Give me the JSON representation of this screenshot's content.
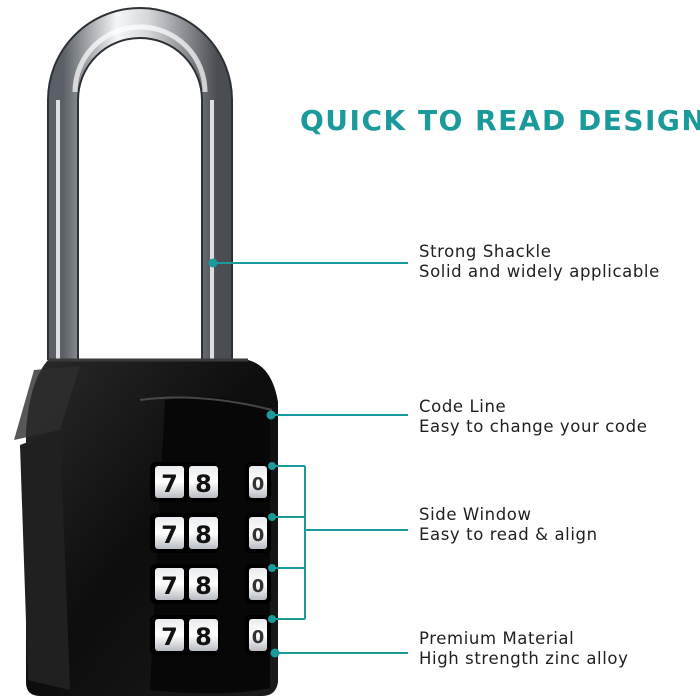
{
  "headline": "QUICK TO READ DESIGN",
  "features": [
    {
      "title": "Strong Shackle",
      "subtitle": "Solid and widely applicable"
    },
    {
      "title": "Code Line",
      "subtitle": "Easy to change your code"
    },
    {
      "title": "Side Window",
      "subtitle": "Easy to read & align"
    },
    {
      "title": "Premium Material",
      "subtitle": "High strength zinc alloy"
    }
  ],
  "dial_digits": [
    "7",
    "8",
    "0"
  ],
  "colors": {
    "accent": "#1a9a9a",
    "body": "#111111",
    "chrome": "#c9ccd0",
    "text": "#1f1f1f"
  }
}
